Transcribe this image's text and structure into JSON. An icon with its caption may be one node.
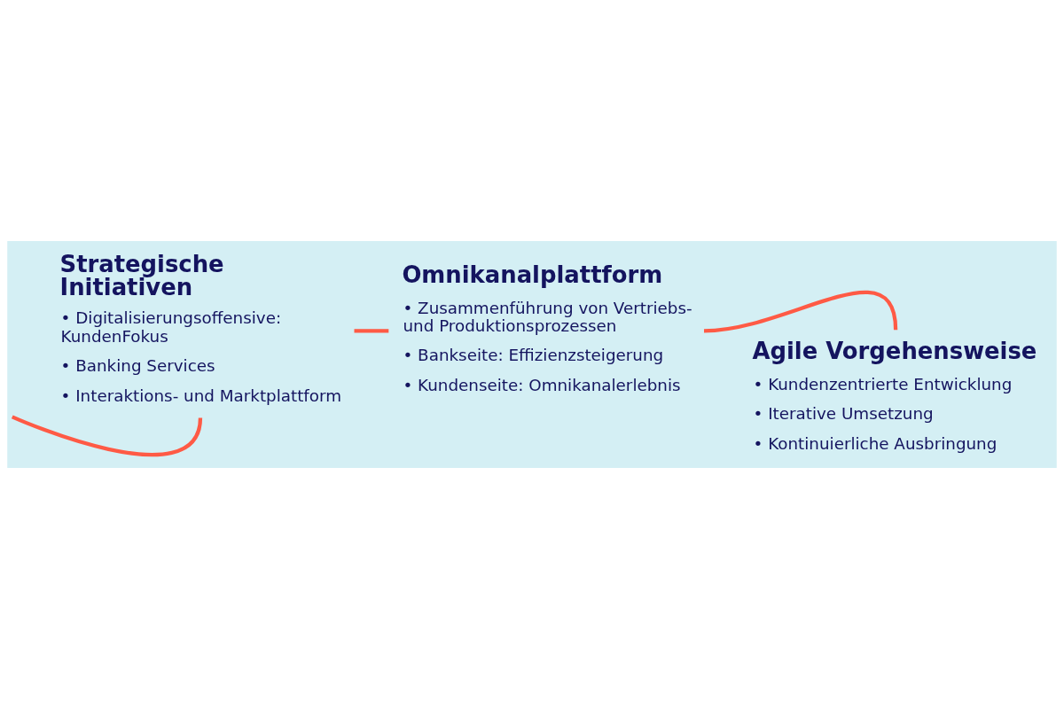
{
  "diagram": {
    "nodes": [
      {
        "text": [
          "Strategische Initiativen",
          "• Digitalisierungsoffensive: KundenFokus",
          "• Banking Services",
          "• Interaktions- und Marktplattform"
        ]
      },
      {
        "text": [
          "Omnikanalplattform",
          "• Zusammenführung von Vertriebs- und Produktionsprozessen",
          "• Bankseite: Effizienzsteigerung",
          "• Kundenseite: Omnikanalerlebnis"
        ]
      },
      {
        "text": [
          "Agile Vorgehensweise",
          "• Kundenzentrierte Entwicklung",
          "• Iterative Umsetzung",
          "• Kontinuierliche Ausbringung"
        ]
      }
    ],
    "edges": [
      {
        "from": null,
        "to": 0,
        "arrow": "none"
      },
      {
        "from": 0,
        "to": 1,
        "arrow": "none"
      },
      {
        "from": 1,
        "to": 2,
        "arrow": "none"
      }
    ]
  }
}
